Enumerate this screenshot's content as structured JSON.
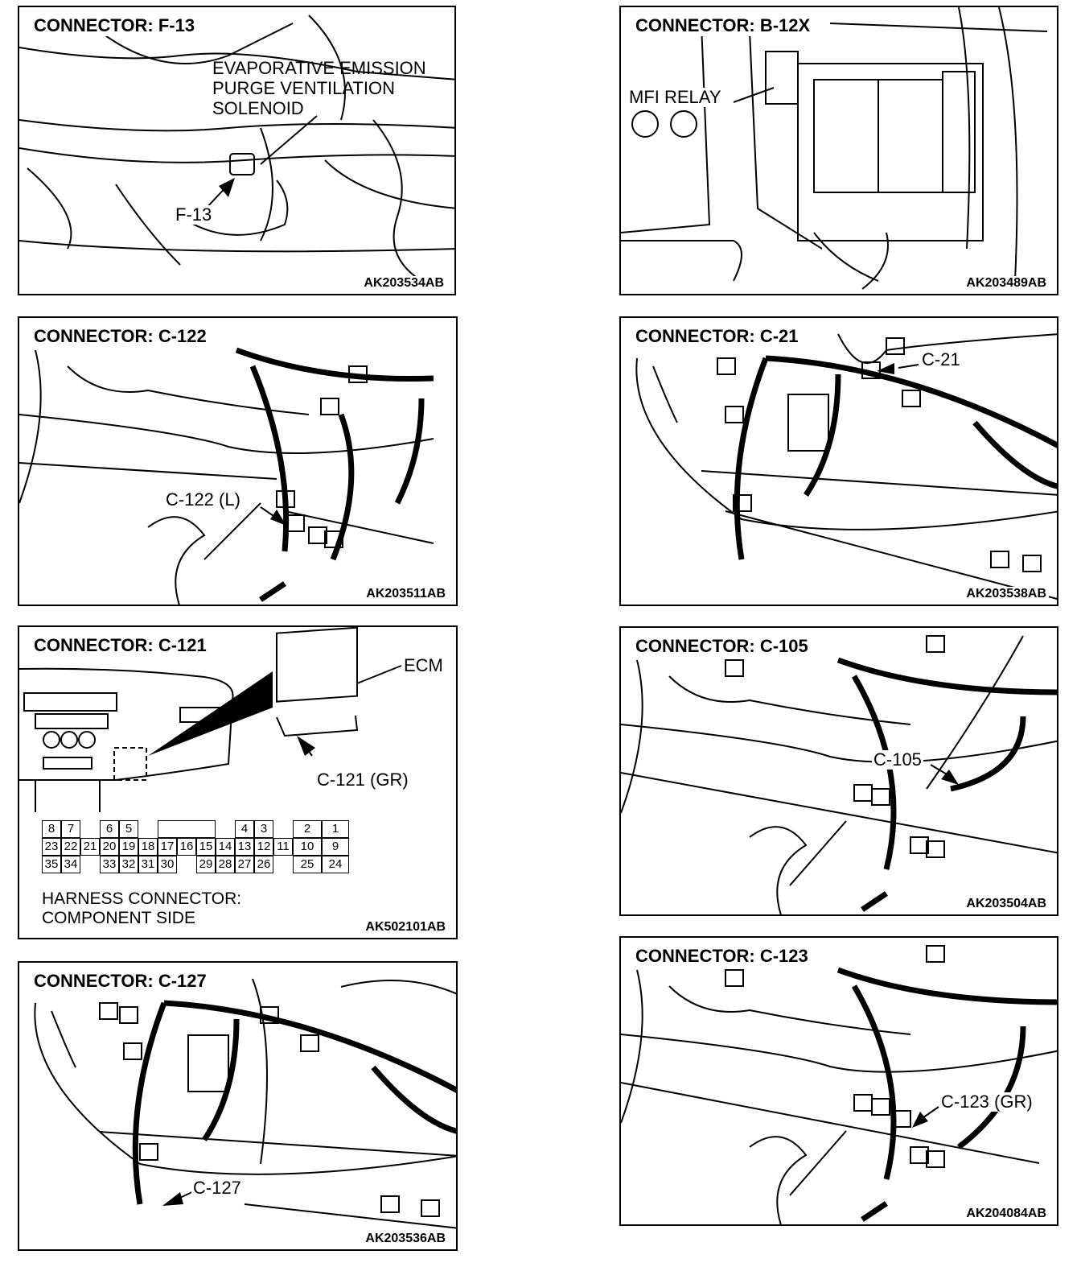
{
  "panels": {
    "f13": {
      "title": "CONNECTOR: F-13",
      "code": "AK203534AB",
      "label_solenoid_1": "EVAPORATIVE EMISSION",
      "label_solenoid_2": "PURGE VENTILATION",
      "label_solenoid_3": "SOLENOID",
      "label_connector": "F-13"
    },
    "b12x": {
      "title": "CONNECTOR: B-12X",
      "code": "AK203489AB",
      "label_relay": "MFI RELAY"
    },
    "c122": {
      "title": "CONNECTOR: C-122",
      "code": "AK203511AB",
      "label_connector": "C-122 (L)"
    },
    "c21": {
      "title": "CONNECTOR: C-21",
      "code": "AK203538AB",
      "label_connector": "C-21"
    },
    "c121": {
      "title": "CONNECTOR: C-121",
      "code": "AK502101AB",
      "label_ecm": "ECM",
      "label_connector": "C-121 (GR)",
      "note_1": "HARNESS CONNECTOR:",
      "note_2": "COMPONENT SIDE",
      "pins_row1": [
        "8",
        "7",
        "6",
        "5",
        "4",
        "3",
        "2",
        "1"
      ],
      "pins_row2": [
        "23",
        "22",
        "21",
        "20",
        "19",
        "18",
        "17",
        "16",
        "15",
        "14",
        "13",
        "12",
        "11",
        "10",
        "9"
      ],
      "pins_row3": [
        "35",
        "34",
        "33",
        "32",
        "31",
        "30",
        "29",
        "28",
        "27",
        "26",
        "25",
        "24"
      ]
    },
    "c105": {
      "title": "CONNECTOR: C-105",
      "code": "AK203504AB",
      "label_connector": "C-105"
    },
    "c127": {
      "title": "CONNECTOR: C-127",
      "code": "AK203536AB",
      "label_connector": "C-127"
    },
    "c123": {
      "title": "CONNECTOR: C-123",
      "code": "AK204084AB",
      "label_connector": "C-123 (GR)"
    }
  }
}
